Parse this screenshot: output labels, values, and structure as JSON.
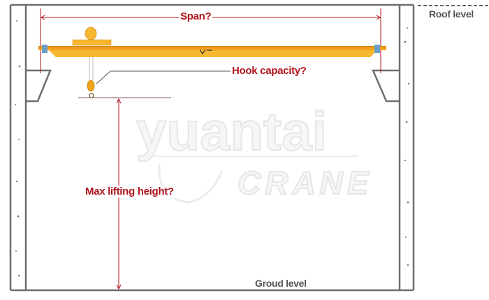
{
  "labels": {
    "span": "Span?",
    "hook_capacity": "Hook capacity?",
    "max_lifting_height": "Max lifting height?",
    "roof_level": "Roof level",
    "ground_level": "Groud level"
  },
  "watermark": {
    "line1": "yuantai",
    "line2": "CRANE"
  },
  "colors": {
    "dimension": "#b0141c",
    "girder": "#f7b731",
    "wall": "#6e6e6e",
    "text_gray": "#555555"
  }
}
